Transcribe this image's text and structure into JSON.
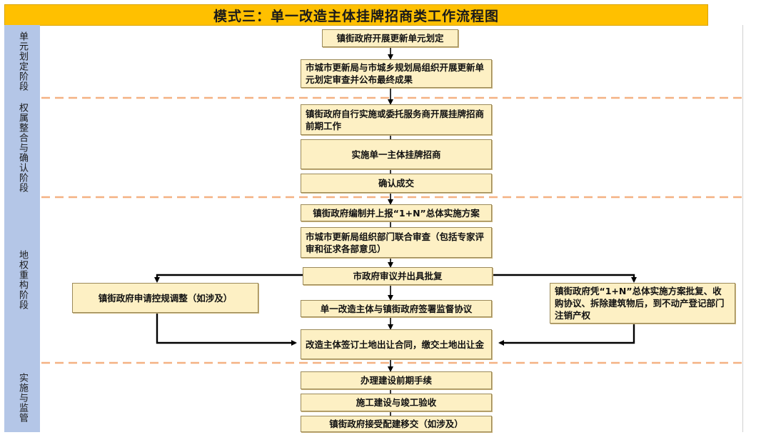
{
  "title": "模式三：单一改造主体挂牌招商类工作流程图",
  "stages": [
    {
      "label": "单元划定阶段"
    },
    {
      "label": "权属整合与确认阶段"
    },
    {
      "label": "地权重构阶段"
    },
    {
      "label": "实施与监管"
    }
  ],
  "steps": {
    "s1": "镇街政府开展更新单元划定",
    "s2": "市城市更新局与市城乡规划局组织开展更新单元划定审查并公布最终成果",
    "s3": "镇街政府自行实施或委托服务商开展挂牌招商前期工作",
    "s4": "实施单一主体挂牌招商",
    "s5": "确认成交",
    "s6": "镇街政府编制并上报“1+N”总体实施方案",
    "s7": "市城市更新局组织部门联合审查（包括专家评审和征求各部意见）",
    "s8": "市政府审议并出具批复",
    "s9": "单一改造主体与镇街政府签署监督协议",
    "s10": "改造主体签订土地出让合同，缴交土地出让金",
    "s11": "办理建设前期手续",
    "s12": "施工建设与竣工验收",
    "s13": "镇街政府接受配建移交（如涉及）",
    "left": "镇街政府申请控规调整（如涉及）",
    "right": "镇街政府凭“1+N”总体实施方案批复、收购协议、拆除建筑物后，到不动产登记部门注销产权"
  },
  "colors": {
    "title_bg": "#ffc000",
    "stage_bg": "#b4c6e7",
    "box_bg": "#fdf0c4",
    "separator": "#f4b183"
  }
}
